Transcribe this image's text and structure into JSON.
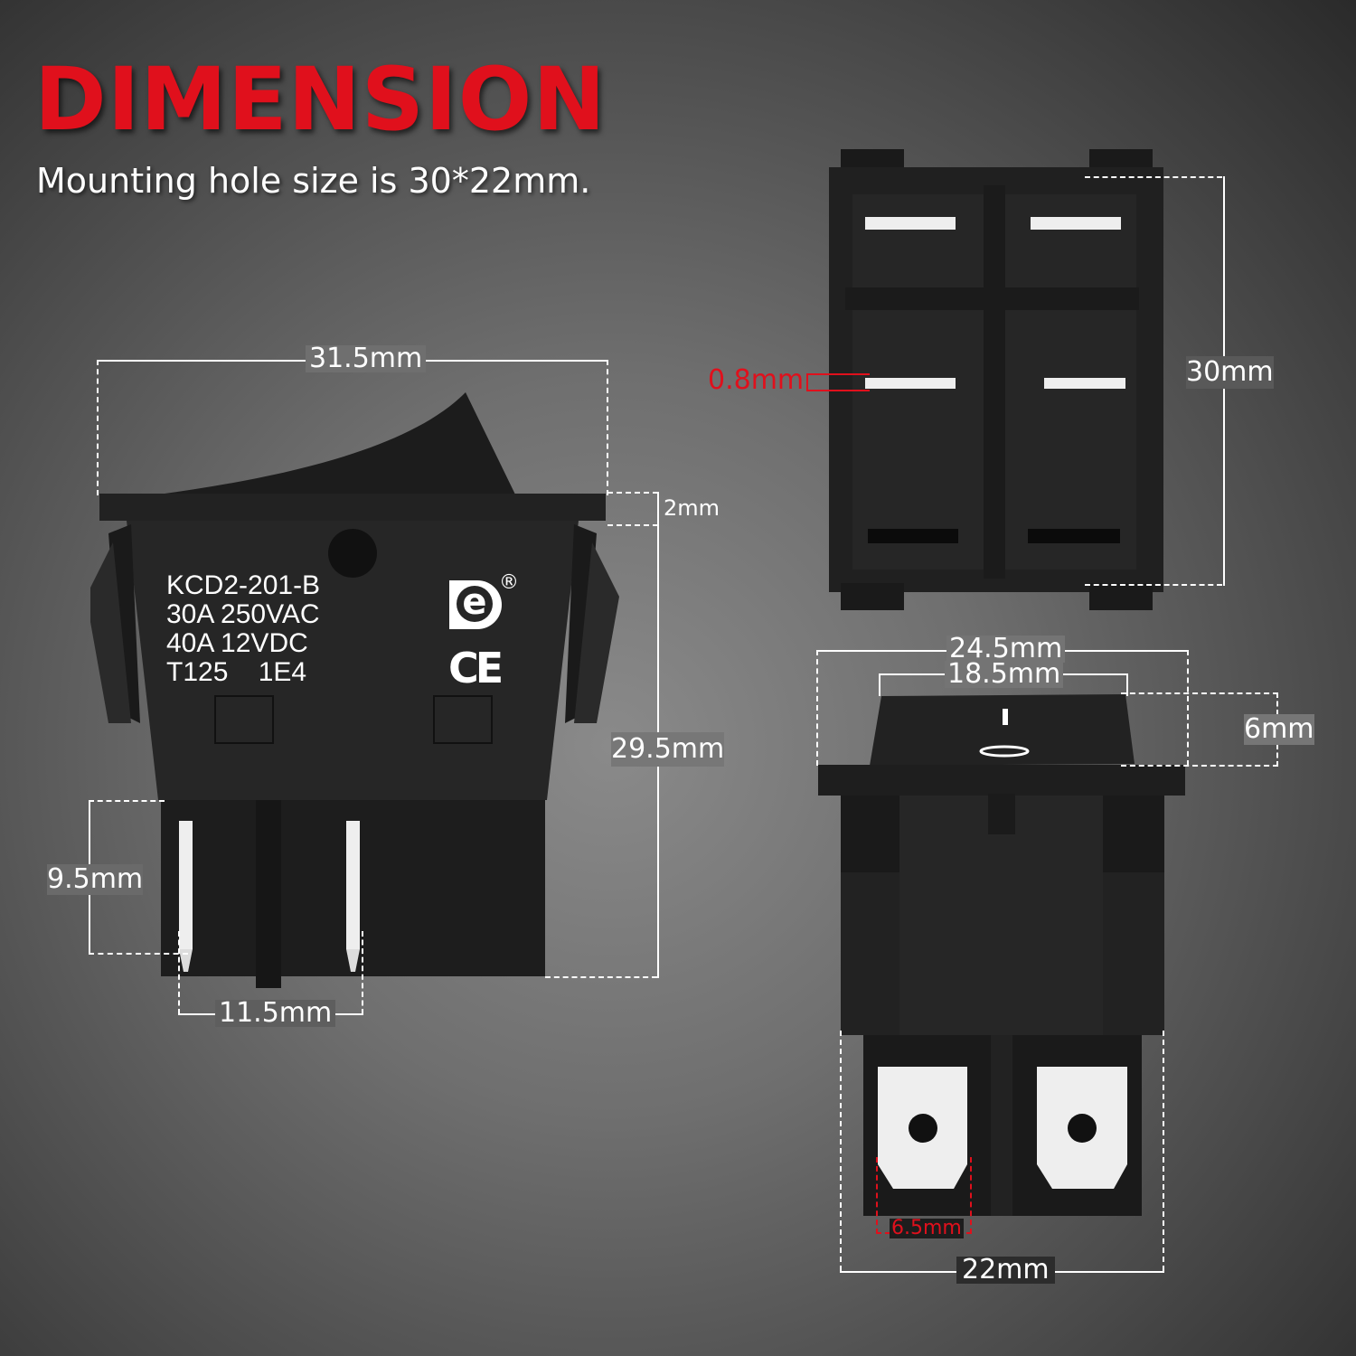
{
  "header": {
    "title": "DIMENSION",
    "subtitle": "Mounting hole size is 30*22mm."
  },
  "side_view": {
    "label_lines": [
      "KCD2-201-B",
      "30A 250VAC",
      "40A 12VDC",
      "T125    1E4"
    ],
    "logo_mark": "e",
    "registered": "®",
    "ce_mark": "CE",
    "dimensions": {
      "overall_width": "31.5mm",
      "flange_thickness": "2mm",
      "body_height": "29.5mm",
      "pin_length": "9.5mm",
      "pin_spacing": "11.5mm"
    }
  },
  "top_view": {
    "dimensions": {
      "height": "30mm",
      "pin_thickness": "0.8mm"
    }
  },
  "front_view": {
    "on_symbol": "I",
    "off_symbol": "O",
    "dimensions": {
      "flange_width": "24.5mm",
      "rocker_width": "18.5mm",
      "rocker_height": "6mm",
      "body_width": "22mm",
      "terminal_width": "6.5mm"
    }
  },
  "colors": {
    "accent_red": "#e0101c",
    "body_black": "#1e1e1e",
    "dimension_white": "#ffffff"
  }
}
